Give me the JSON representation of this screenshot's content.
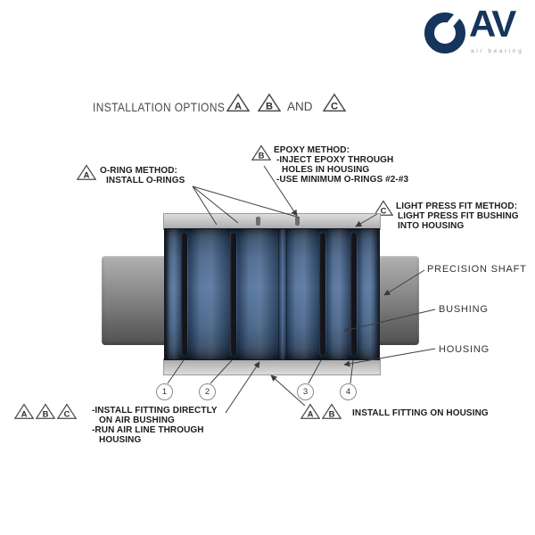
{
  "logo": {
    "brand": "AV",
    "tagline": "air bearing"
  },
  "title": {
    "prefix": "INSTALLATION OPTIONS",
    "option_a": "A",
    "option_b": "B",
    "conjunction": "AND",
    "option_c": "C"
  },
  "callout_a": {
    "marker": "A",
    "lines": [
      "O-RING METHOD:",
      "INSTALL O-RINGS"
    ]
  },
  "callout_b": {
    "marker": "B",
    "lines": [
      "EPOXY METHOD:",
      "-INJECT EPOXY THROUGH",
      "HOLES IN HOUSING",
      "-USE MINIMUM O-RINGS #2-#3"
    ]
  },
  "callout_c": {
    "marker": "C",
    "lines": [
      "LIGHT PRESS FIT METHOD:",
      "LIGHT PRESS FIT BUSHING",
      "INTO HOUSING"
    ]
  },
  "part_labels": {
    "shaft": "PRECISION SHAFT",
    "bushing": "BUSHING",
    "housing": "HOUSING"
  },
  "groove_numbers": [
    "1",
    "2",
    "3",
    "4"
  ],
  "callout_bottom_left": {
    "markers": [
      "A",
      "B",
      "C"
    ],
    "lines": [
      "-INSTALL FITTING DIRECTLY",
      "ON AIR BUSHING",
      "-RUN AIR LINE THROUGH",
      "HOUSING"
    ]
  },
  "callout_bottom_right": {
    "markers": [
      "A",
      "B"
    ],
    "text": "INSTALL FITTING ON HOUSING"
  },
  "colors": {
    "navy_brand": "#16355c",
    "bushing_blue": "#3b5a82",
    "oring_black": "#14141b",
    "shaft_gray": "#808080",
    "housing_gray": "#c6c6c6"
  }
}
